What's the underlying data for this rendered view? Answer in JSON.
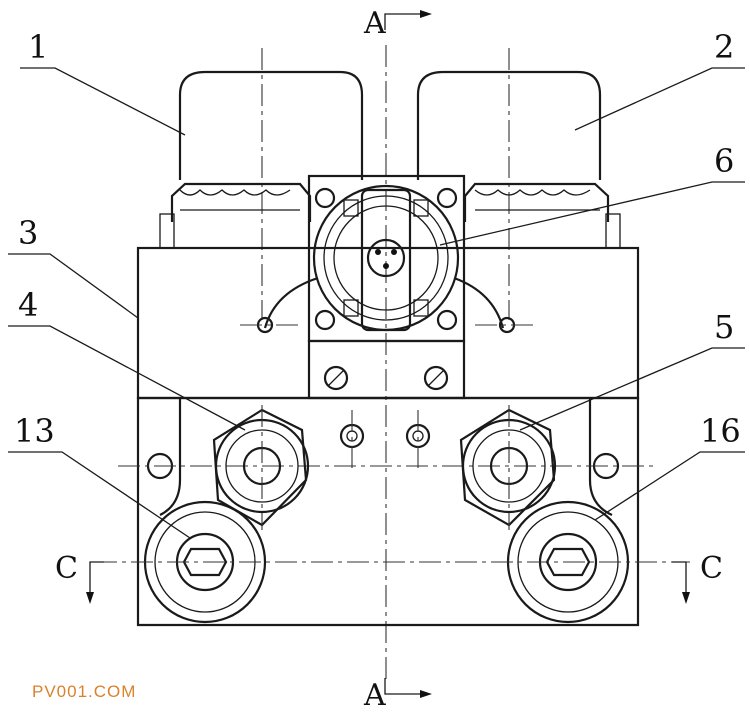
{
  "labels": {
    "l1": "1",
    "l2": "2",
    "l3": "3",
    "l4": "4",
    "l5": "5",
    "l6": "6",
    "l13": "13",
    "l16": "16"
  },
  "section_marks": {
    "a_top": "A",
    "a_bottom": "A",
    "c_left": "C",
    "c_right": "C"
  },
  "watermark": "PV001.COM"
}
